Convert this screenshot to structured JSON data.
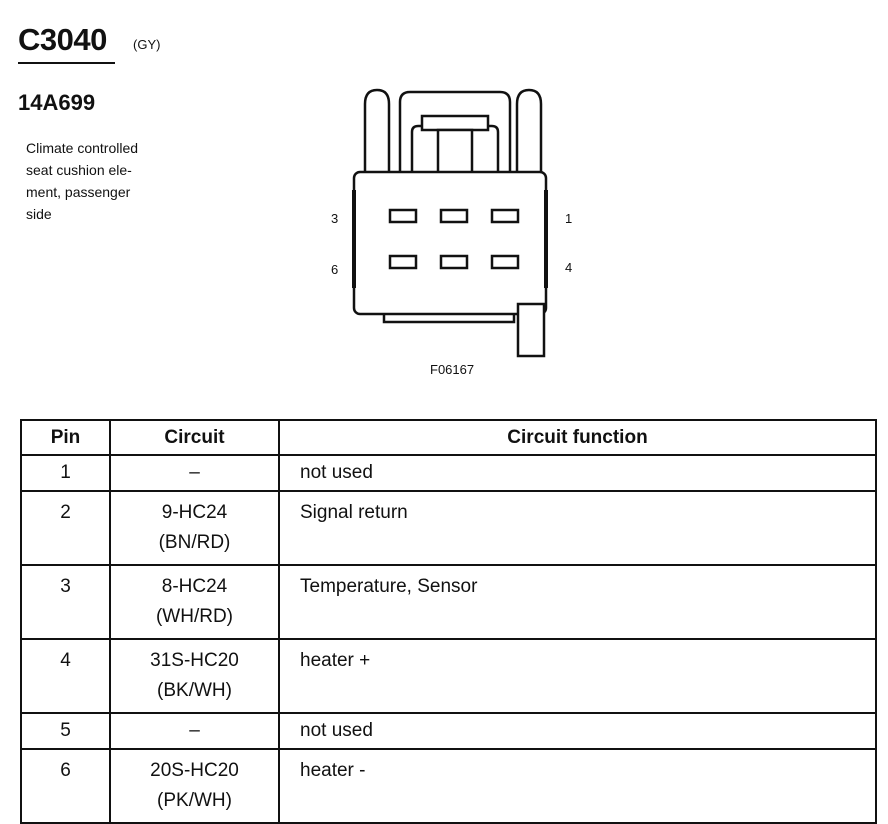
{
  "header": {
    "connector_id": "C3040",
    "color_code": "(GY)",
    "part_number": "14A699",
    "description_lines": [
      "Climate controlled",
      "seat cushion ele-",
      "ment, passenger",
      "side"
    ]
  },
  "figure": {
    "pin_labels": {
      "top_left": "3",
      "top_right": "1",
      "bottom_left": "6",
      "bottom_right": "4"
    },
    "code": "F06167"
  },
  "table": {
    "headers": {
      "pin": "Pin",
      "circuit": "Circuit",
      "function": "Circuit function"
    },
    "rows": [
      {
        "pin": "1",
        "circuit": [
          "–"
        ],
        "function": "not used"
      },
      {
        "pin": "2",
        "circuit": [
          "9-HC24",
          "(BN/RD)"
        ],
        "function": "Signal return"
      },
      {
        "pin": "3",
        "circuit": [
          "8-HC24",
          "(WH/RD)"
        ],
        "function": "Temperature, Sensor"
      },
      {
        "pin": "4",
        "circuit": [
          "31S-HC20",
          "(BK/WH)"
        ],
        "function": "heater +"
      },
      {
        "pin": "5",
        "circuit": [
          "–"
        ],
        "function": "not used"
      },
      {
        "pin": "6",
        "circuit": [
          "20S-HC20",
          "(PK/WH)"
        ],
        "function": "heater -"
      }
    ]
  }
}
